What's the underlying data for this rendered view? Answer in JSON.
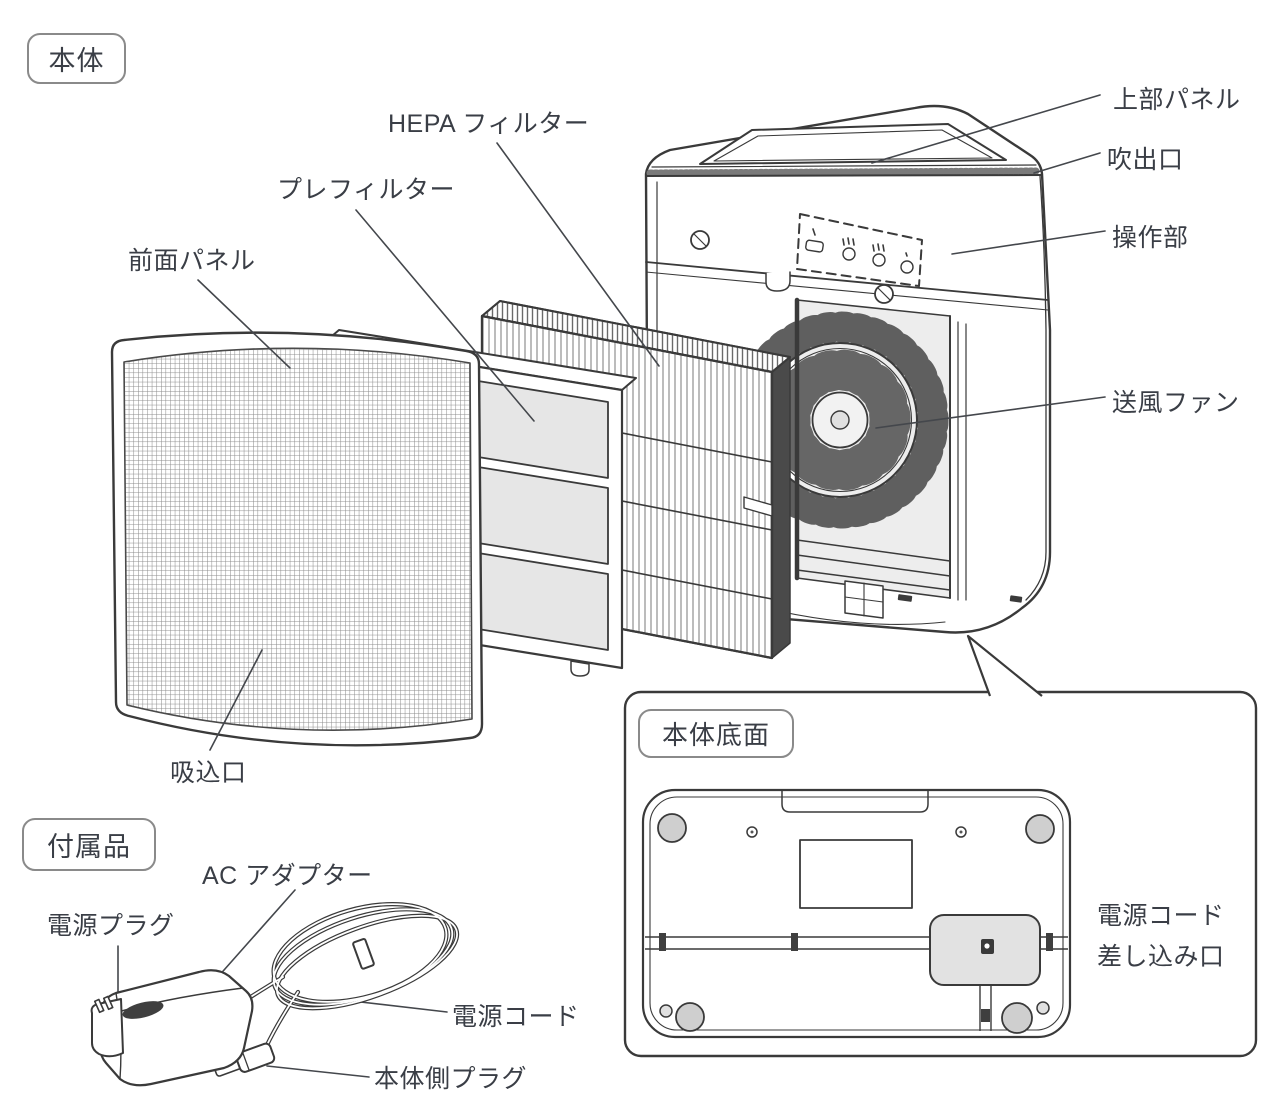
{
  "diagram": {
    "sections": {
      "main_unit": "本体",
      "bottom_view": "本体底面",
      "accessories": "付属品"
    },
    "parts": {
      "top_panel": "上部パネル",
      "air_outlet": "吹出口",
      "control_panel": "操作部",
      "blower_fan": "送風ファン",
      "hepa_filter": "HEPA フィルター",
      "pre_filter": "プレフィルター",
      "front_panel": "前面パネル",
      "air_inlet": "吸込口",
      "power_cord_inlet_line1": "電源コード",
      "power_cord_inlet_line2": "差し込み口",
      "ac_adapter": "AC アダプター",
      "power_plug": "電源プラグ",
      "power_cord": "電源コード",
      "unit_side_plug": "本体側プラグ"
    },
    "colors": {
      "line": "#3a3a3a",
      "label_text": "#3a3e46",
      "section_box_border": "#8a8a8a",
      "window_fill": "#e6e6e6",
      "foot_fill": "#cfcfcf",
      "recess_fill": "#e2e2e2"
    }
  }
}
